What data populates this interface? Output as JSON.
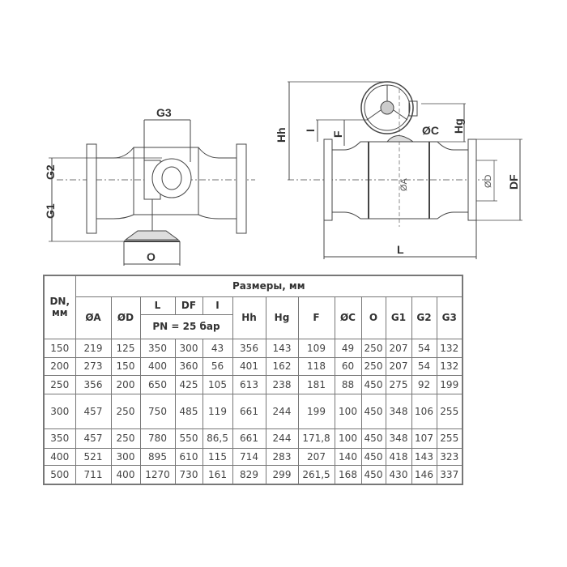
{
  "drawing": {
    "left_view": {
      "labels": {
        "g3": "G3",
        "g2": "G2",
        "g1": "G1",
        "o": "O"
      }
    },
    "right_view": {
      "labels": {
        "hh": "Hh",
        "i": "I",
        "f": "F",
        "oc": "ØC",
        "hg": "Hg",
        "oa": "ØA",
        "od": "ØD",
        "df": "DF",
        "l": "L"
      }
    }
  },
  "table": {
    "dn_header": "DN, мм",
    "group_header": "Размеры, мм",
    "pn_header": "PN = 25 бар",
    "columns": [
      "ØA",
      "ØD",
      "L",
      "DF",
      "I",
      "Hh",
      "Hg",
      "F",
      "ØC",
      "O",
      "G1",
      "G2",
      "G3"
    ],
    "rows": [
      [
        "150",
        "219",
        "125",
        "350",
        "300",
        "43",
        "356",
        "143",
        "109",
        "49",
        "250",
        "207",
        "54",
        "132"
      ],
      [
        "200",
        "273",
        "150",
        "400",
        "360",
        "56",
        "401",
        "162",
        "118",
        "60",
        "250",
        "207",
        "54",
        "132"
      ],
      [
        "250",
        "356",
        "200",
        "650",
        "425",
        "105",
        "613",
        "238",
        "181",
        "88",
        "450",
        "275",
        "92",
        "199"
      ],
      [
        "300",
        "457",
        "250",
        "750",
        "485",
        "119",
        "661",
        "244",
        "199",
        "100",
        "450",
        "348",
        "106",
        "255"
      ],
      [
        "350",
        "457",
        "250",
        "780",
        "550",
        "86,5",
        "661",
        "244",
        "171,8",
        "100",
        "450",
        "348",
        "107",
        "255"
      ],
      [
        "400",
        "521",
        "300",
        "895",
        "610",
        "115",
        "714",
        "283",
        "207",
        "140",
        "450",
        "418",
        "143",
        "323"
      ],
      [
        "500",
        "711",
        "400",
        "1270",
        "730",
        "161",
        "829",
        "299",
        "261,5",
        "168",
        "450",
        "430",
        "146",
        "337"
      ]
    ]
  }
}
